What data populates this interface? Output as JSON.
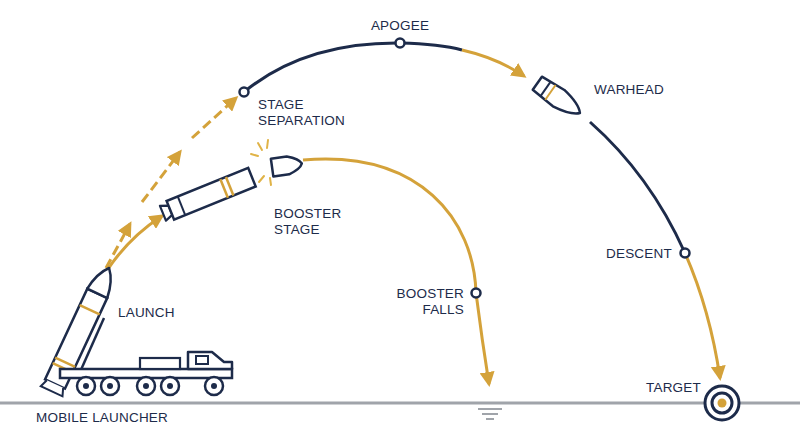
{
  "diagram": {
    "labels": [
      "APOGEE",
      "STAGE SEPARATION",
      "WARHEAD",
      "BOOSTER STAGE",
      "LAUNCH",
      "BOOSTER FALLS",
      "DESCENT",
      "MOBILE LAUNCHER",
      "TARGET"
    ]
  }
}
